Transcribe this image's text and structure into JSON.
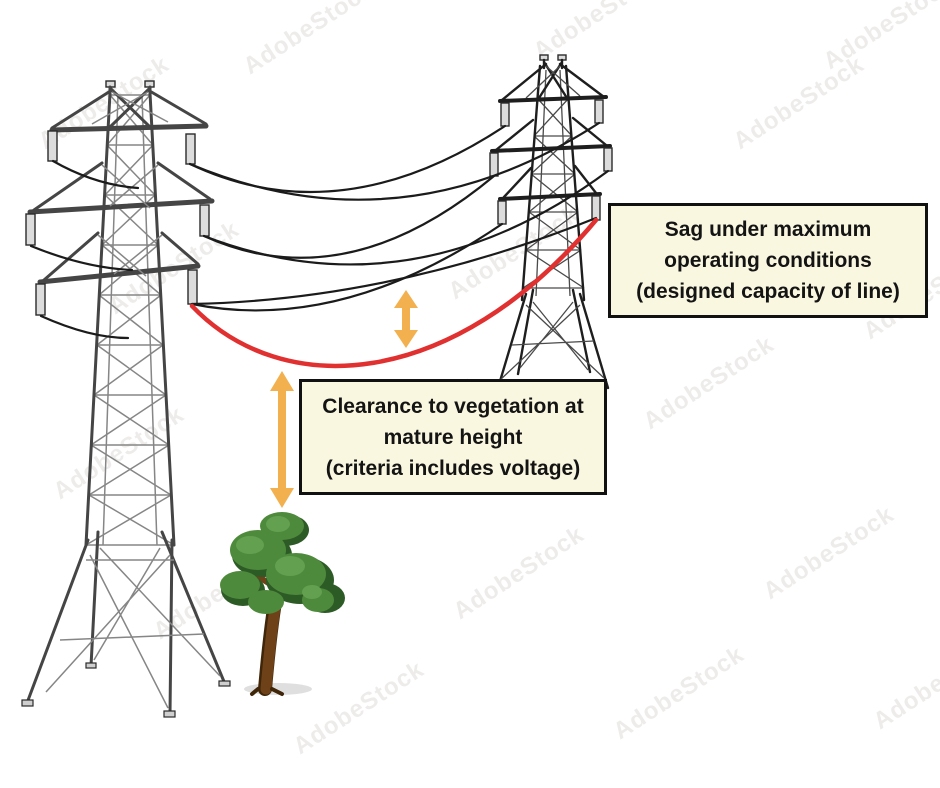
{
  "diagram": {
    "sag_label": {
      "line1": "Sag under maximum",
      "line2": "operating conditions",
      "line3": "(designed capacity of line)"
    },
    "clearance_label": {
      "line1": "Clearance to vegetation at",
      "line2": "mature height",
      "line3": "(criteria includes voltage)"
    }
  },
  "watermark": {
    "text": "AdobeStock"
  },
  "colors": {
    "sag-line": "#E03030",
    "arrow": "#F2B04F",
    "label-bg": "#FAF7E0",
    "label-border": "#111111",
    "wire": "#1B1B1B",
    "tower-main": "#454545",
    "tower-light": "#868686",
    "tower2-main": "#1E1E1E",
    "tower2-light": "#4A4A4A",
    "foliage": "#4E8A3C",
    "foliage-dark": "#2D5B26",
    "foliage-light": "#63A04F",
    "trunk": "#6E4119",
    "trunk-dark": "#3F2609",
    "watermark": "#9B9386"
  }
}
